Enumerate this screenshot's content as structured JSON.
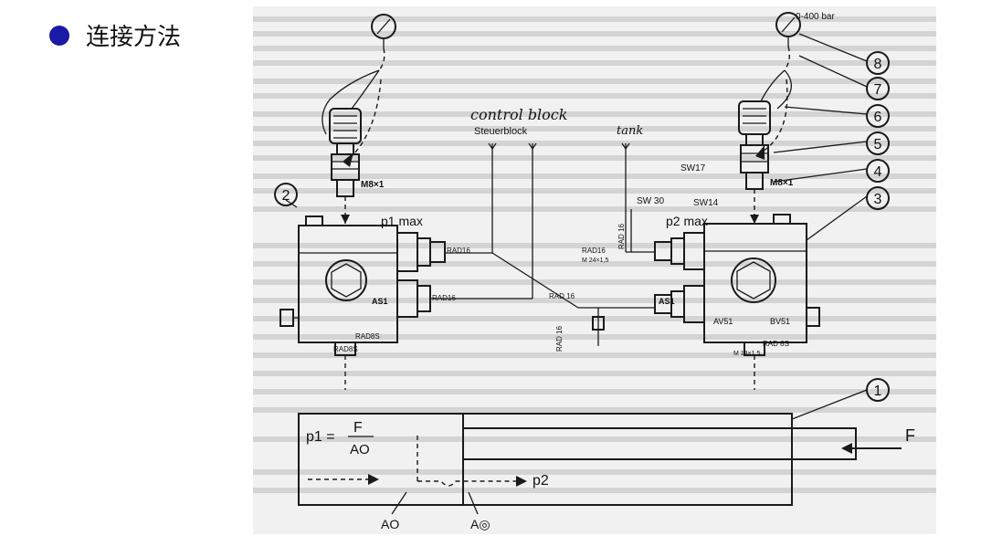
{
  "slide": {
    "bullet_color": "#1a1aa6",
    "heading": "连接方法"
  },
  "figure": {
    "background_color": "#f1f1f1",
    "gauge_range": "0-400 bar",
    "control_block": "control block",
    "steuerblock": "Steuerblock",
    "tank": "tank",
    "p1max": "p1 max",
    "p2max": "p2 max",
    "m8_left": "M8×1",
    "m8_right": "M8×1",
    "sw17": "SW17",
    "sw30": "SW 30",
    "sw14": "SW14",
    "rad16_a": "RAD16",
    "rad16_b": "RAD16",
    "rad16_c": "RAD16",
    "rad16_d": "RAD 16",
    "rad16_e": "RAD 16",
    "rad16_v": "RAD 16",
    "rad8s_a": "RAD8S",
    "rad8s_b": "RAD8S",
    "rad8s_c": "RAD 8S",
    "as1_left": "AS1",
    "as1_right": "AS1",
    "av51": "AV51",
    "bv51": "BV51",
    "thread_a": "M 24×1,5",
    "thread_b": "M 14×1,5",
    "formula_p1": "p1 =",
    "formula_F": "F",
    "formula_A0": "AO",
    "label_p2": "p2",
    "label_F": "F",
    "label_A0": "AO",
    "label_Ax": "A◎",
    "callouts": [
      "1",
      "2",
      "3",
      "4",
      "5",
      "6",
      "7",
      "8"
    ]
  }
}
